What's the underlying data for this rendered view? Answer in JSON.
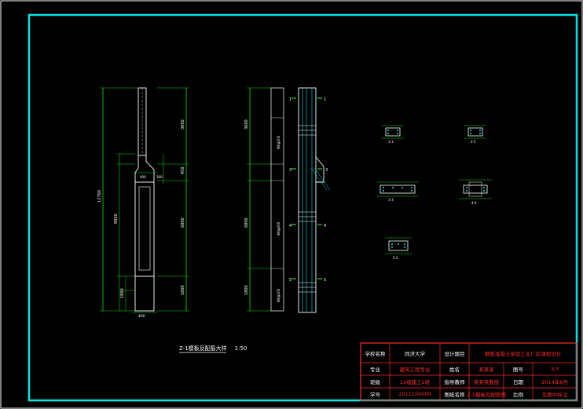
{
  "drawing": {
    "caption": "Z-1模板及配筋大样",
    "caption_scale": "1:50",
    "colors": {
      "background": "#000000",
      "frame_outer": "#ffffff",
      "frame_inner": "#00e5e5",
      "title_block_border": "#ff2a2a",
      "member_outline": "#ffffff",
      "dimension": "#00e000",
      "rebar": "#00e5e5"
    }
  },
  "title_block": {
    "row1": {
      "school_label": "学校名称",
      "school_name": "同济大学",
      "design_title_label": "设计题目",
      "design_title": "钢筋混凝土单层工业厂房课程设计"
    },
    "row2": {
      "major_label": "专业",
      "major": "建筑工程专业",
      "name_label": "姓名",
      "name": "某某某",
      "sheet_label": "图号",
      "sheet": "3/3"
    },
    "row3": {
      "class_label": "班级",
      "class": "11级建工2班",
      "supervisor_label": "指导教师",
      "supervisor": "某某某教授",
      "date_label": "日期",
      "date": "2014年6月"
    },
    "row4": {
      "student_no_label": "学号",
      "student_no": "2011100000",
      "drawing_name_label": "图纸名称",
      "drawing_name": "Z-1模板及配筋图",
      "ratio_label": "比例",
      "ratio": "见图中标注"
    }
  }
}
